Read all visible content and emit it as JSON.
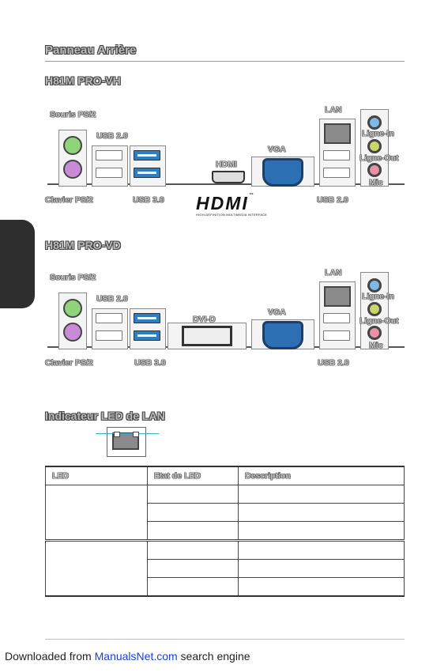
{
  "page_title": "Panneau Arrière",
  "model_vh": {
    "title": "H81M PRO-VH",
    "labels": {
      "souris": "Souris PS/2",
      "usb20_top": "USB 2.0",
      "hdmi": "HDMI",
      "vga": "VGA",
      "lan": "LAN",
      "ligne_in": "Ligne-In",
      "ligne_out": "Ligne-Out",
      "mic": "Mic",
      "clavier": "Clavier PS/2",
      "usb30": "USB 3.0",
      "usb20_bottom": "USB 2.0"
    },
    "hdmi_logo": "HDMI",
    "hdmi_tm": "™",
    "hdmi_tagline": "HIGH-DEFINITION MULTIMEDIA INTERFACE"
  },
  "model_vd": {
    "title": "H81M PRO-VD",
    "labels": {
      "souris": "Souris PS/2",
      "usb20_top": "USB 2.0",
      "dvid": "DVI-D",
      "vga": "VGA",
      "lan": "LAN",
      "ligne_in": "Ligne-In",
      "ligne_out": "Ligne-Out",
      "mic": "Mic",
      "clavier": "Clavier PS/2",
      "usb30": "USB 3.0",
      "usb20_bottom": "USB 2.0"
    }
  },
  "lan_led": {
    "title": "Indicateur LED de LAN",
    "table": {
      "headers": [
        "LED",
        "Etat de LED",
        "Description"
      ]
    }
  },
  "footer": {
    "prefix": "Downloaded from ",
    "link": "ManualsNet.com",
    "suffix": " search engine"
  },
  "colors": {
    "usb3_blue": "#2d7fc1",
    "vga_blue": "#2d6fb3",
    "ps2_green": "#8fd47a",
    "ps2_purple": "#c98ad6",
    "jack_blue": "#7fb8e6",
    "jack_green": "#c8d66a",
    "jack_pink": "#e890a8",
    "lan_led_line": "#3ab0c8",
    "footer_link": "#1a3fd6"
  }
}
